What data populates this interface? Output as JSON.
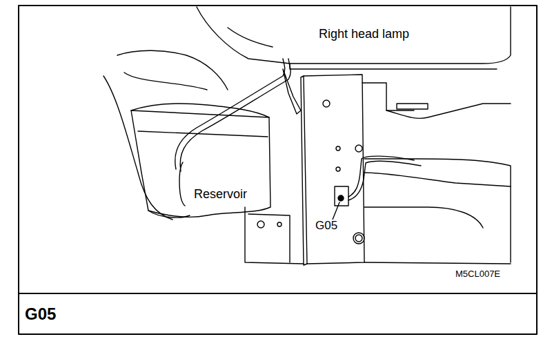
{
  "diagram": {
    "title": "G05",
    "labels": [
      "Right head lamp",
      "Reservoir",
      "G05",
      "M5CL007E"
    ]
  }
}
